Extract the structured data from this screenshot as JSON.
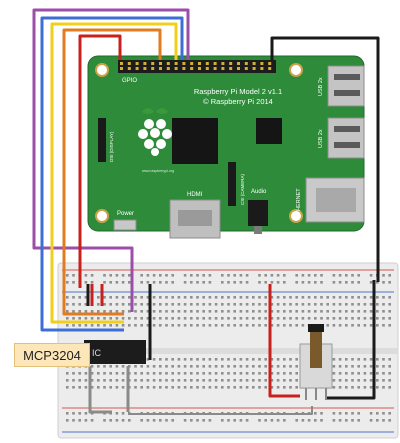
{
  "board": {
    "model_line1": "Raspberry Pi Model 2 v1.1",
    "model_line2": "© Raspberry Pi 2014",
    "gpio_label": "GPIO",
    "hdmi_label": "HDMI",
    "audio_label": "Audio",
    "power_label": "Power",
    "usb_label_1": "USB 2x",
    "usb_label_2": "USB 2x",
    "ethernet_label": "ETHERNET",
    "display_label": "DSI (DISPLAY)",
    "camera_label": "CSI (CAMERA)",
    "url_label": "www.raspberrypi.org"
  },
  "chip": {
    "name": "MCP3204",
    "ic_marking": "IC"
  },
  "colors": {
    "board_green": "#2e8b3a",
    "wire_purple": "#9b4fa8",
    "wire_blue": "#3b6fd6",
    "wire_yellow": "#f2cf1a",
    "wire_orange": "#e07b20",
    "wire_red": "#c8201c",
    "wire_black": "#1a1a1a",
    "breadboard": "#e9e9e9",
    "rail_red": "#d9534f",
    "rail_blue": "#4a74c9"
  }
}
